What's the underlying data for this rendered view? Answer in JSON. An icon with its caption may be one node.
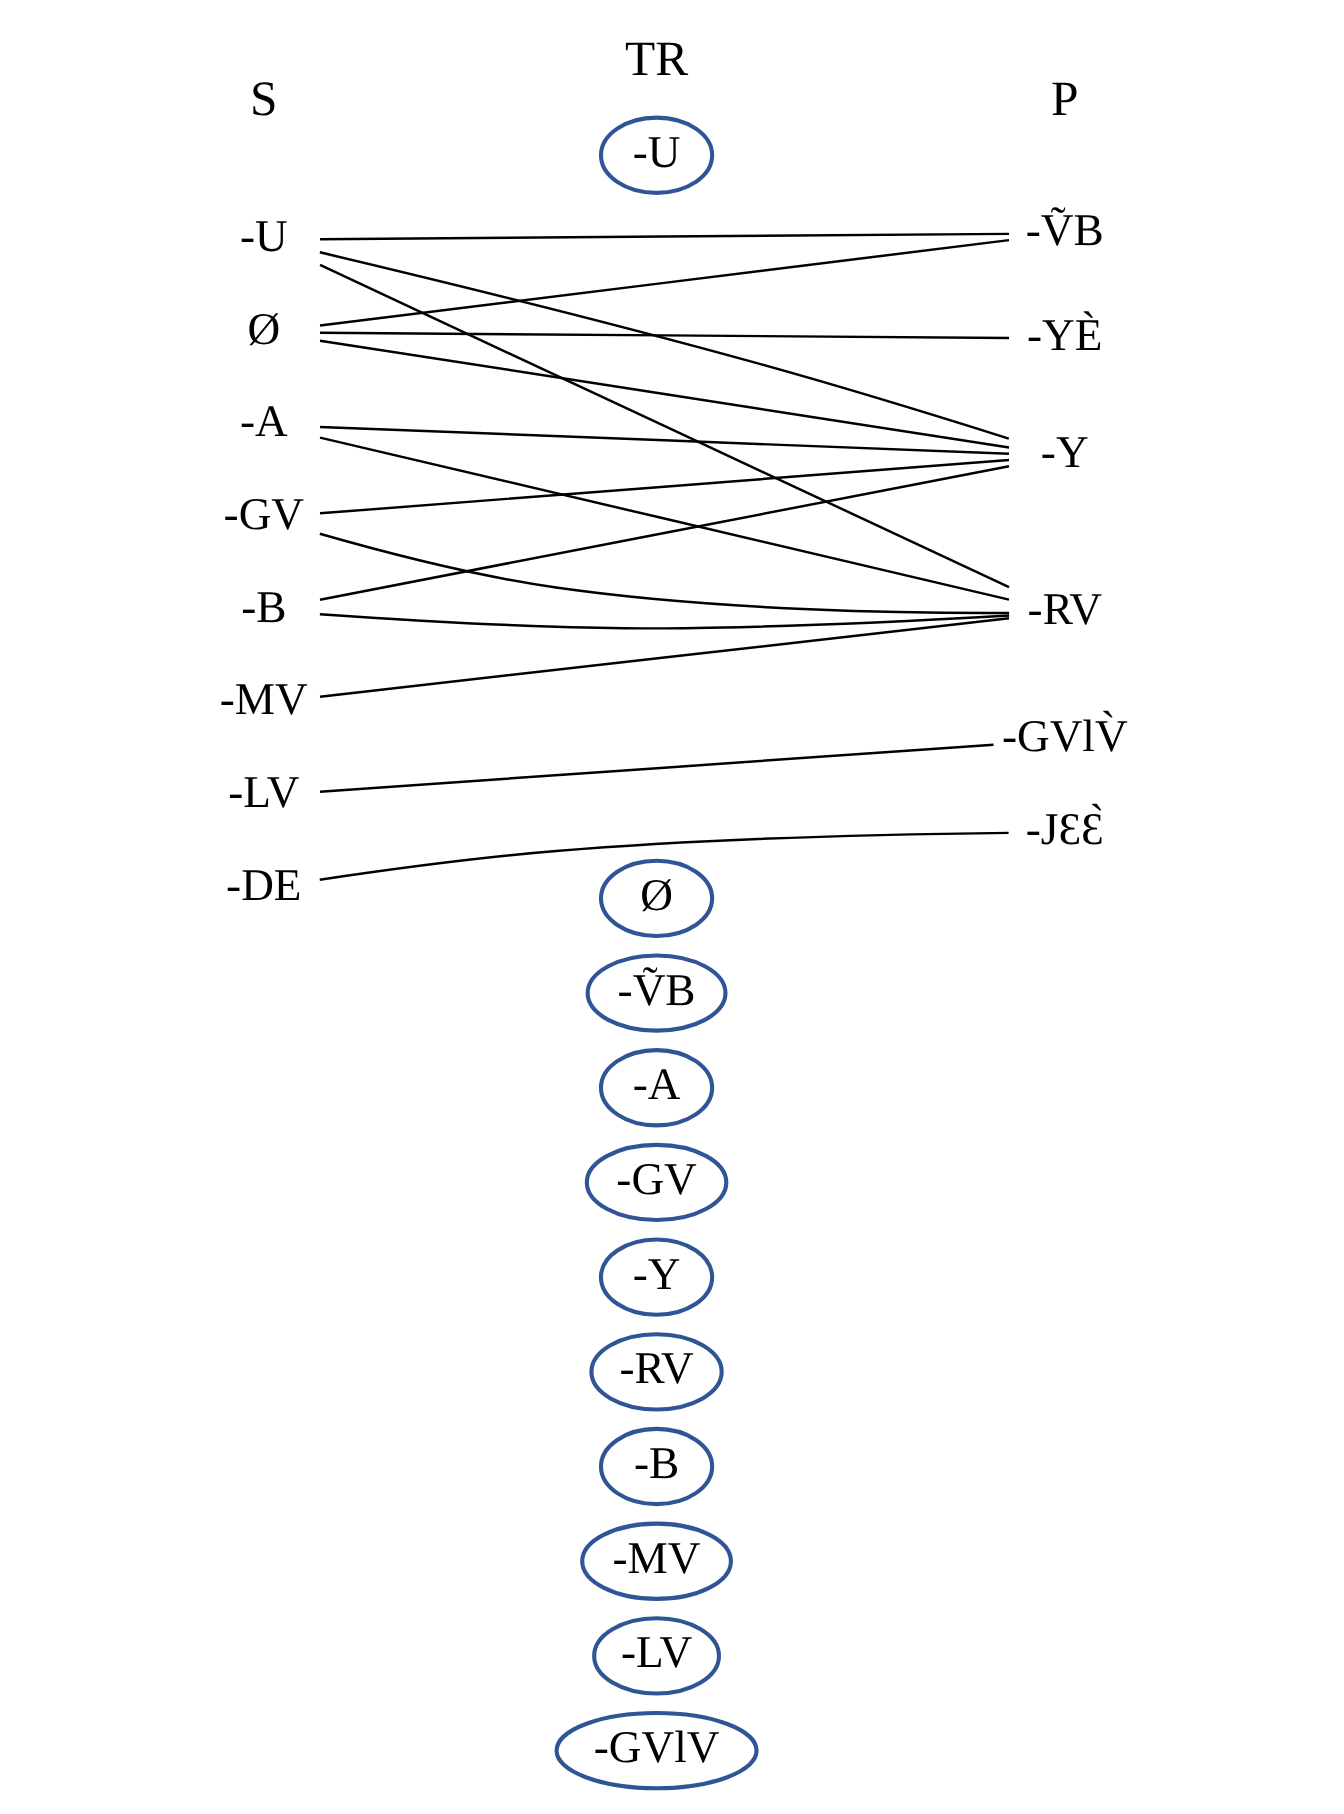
{
  "diagram": {
    "nodes": [
      {
        "text": [
          "-U"
        ]
      },
      {
        "text": [
          "Ø"
        ]
      },
      {
        "text": [
          "-A"
        ]
      },
      {
        "text": [
          "-GV"
        ]
      },
      {
        "text": [
          "-B"
        ]
      },
      {
        "text": [
          "-MV"
        ]
      },
      {
        "text": [
          "-LV"
        ]
      },
      {
        "text": [
          "-DE"
        ]
      },
      {
        "text": [
          "-U"
        ]
      },
      {
        "text": [
          "Ø"
        ]
      },
      {
        "text": [
          "-ṼB"
        ]
      },
      {
        "text": [
          "-A"
        ]
      },
      {
        "text": [
          "-GV"
        ]
      },
      {
        "text": [
          "-Y"
        ]
      },
      {
        "text": [
          "-RV"
        ]
      },
      {
        "text": [
          "-B"
        ]
      },
      {
        "text": [
          "-MV"
        ]
      },
      {
        "text": [
          "-LV"
        ]
      },
      {
        "text": [
          "-GVlV"
        ]
      },
      {
        "text": [
          "-ṼB"
        ]
      },
      {
        "text": [
          "-YÈ"
        ]
      },
      {
        "text": [
          "-Y"
        ]
      },
      {
        "text": [
          "-RV"
        ]
      },
      {
        "text": [
          "-GVlV̀"
        ]
      },
      {
        "text": [
          "-JƐƐ̀"
        ]
      }
    ],
    "edges": [
      {
        "from": 0,
        "to": 19,
        "arrow": "none"
      },
      {
        "from": 0,
        "to": 21,
        "arrow": "none"
      },
      {
        "from": 0,
        "to": 22,
        "arrow": "none"
      },
      {
        "from": 1,
        "to": 19,
        "arrow": "none"
      },
      {
        "from": 1,
        "to": 20,
        "arrow": "none"
      },
      {
        "from": 1,
        "to": 21,
        "arrow": "none"
      },
      {
        "from": 2,
        "to": 21,
        "arrow": "none"
      },
      {
        "from": 2,
        "to": 22,
        "arrow": "none"
      },
      {
        "from": 3,
        "to": 21,
        "arrow": "none"
      },
      {
        "from": 3,
        "to": 22,
        "arrow": "none"
      },
      {
        "from": 4,
        "to": 21,
        "arrow": "none"
      },
      {
        "from": 4,
        "to": 22,
        "arrow": "none"
      },
      {
        "from": 5,
        "to": 22,
        "arrow": "none"
      },
      {
        "from": 6,
        "to": 23,
        "arrow": "none"
      },
      {
        "from": 7,
        "to": 24,
        "arrow": "none"
      }
    ],
    "labels": [
      "S",
      "TR",
      "P"
    ]
  }
}
